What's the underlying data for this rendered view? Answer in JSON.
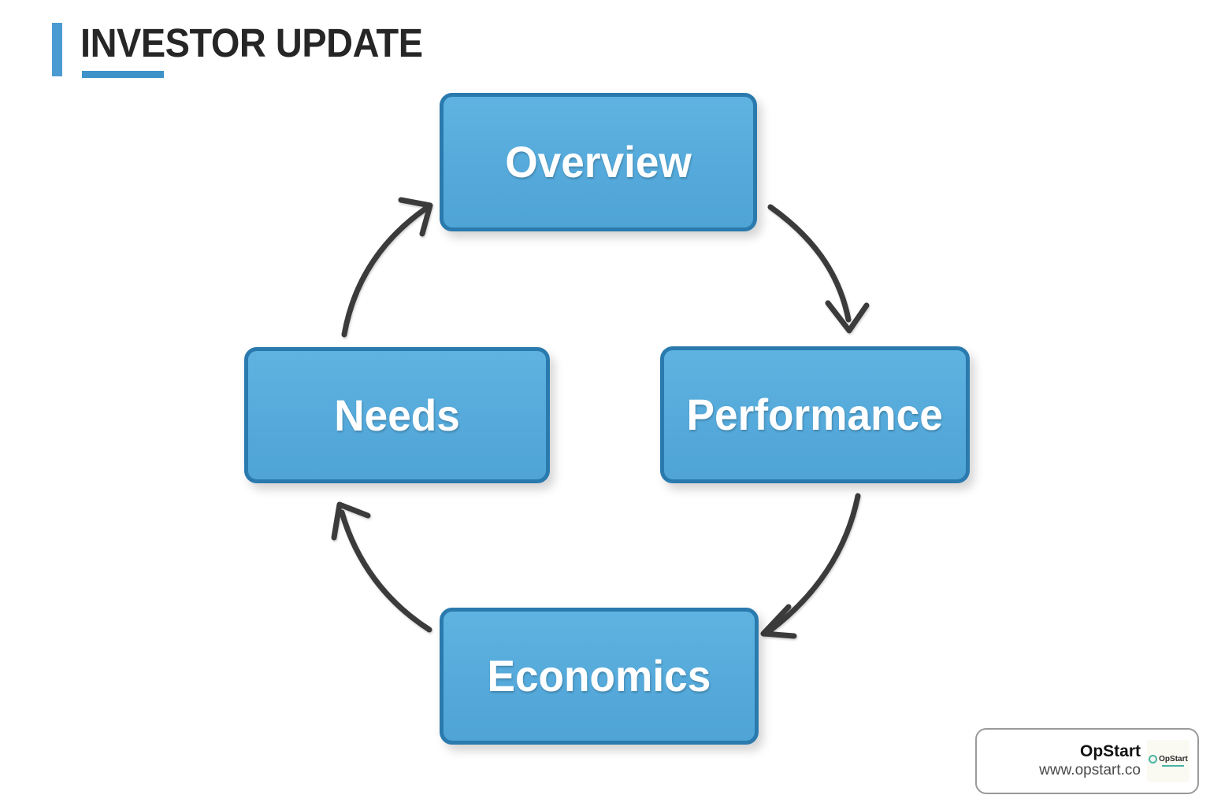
{
  "title": {
    "text": "INVESTOR UPDATE",
    "accent_color": "#4A9BD1",
    "underline_color": "#3E92C8",
    "text_color": "#262626"
  },
  "diagram": {
    "type": "cycle",
    "direction": "clockwise",
    "box_fill_color": "#56ACDC",
    "box_border_color": "#2A7AAE",
    "box_label_color": "#FFFFFF",
    "arrow_color": "#3A3A3A",
    "nodes": [
      {
        "id": "overview",
        "label": "Overview"
      },
      {
        "id": "performance",
        "label": "Performance"
      },
      {
        "id": "economics",
        "label": "Economics"
      },
      {
        "id": "needs",
        "label": "Needs"
      }
    ],
    "edges": [
      {
        "from": "overview",
        "to": "performance"
      },
      {
        "from": "performance",
        "to": "economics"
      },
      {
        "from": "economics",
        "to": "needs"
      },
      {
        "from": "needs",
        "to": "overview"
      }
    ]
  },
  "brand": {
    "name": "OpStart",
    "url": "www.opstart.co",
    "logo_name": "opstart-logo",
    "logo_text": "OpStart",
    "logo_tagline": "",
    "logo_accent_color": "#49B3A4"
  },
  "background_color": "#FFFFFF"
}
